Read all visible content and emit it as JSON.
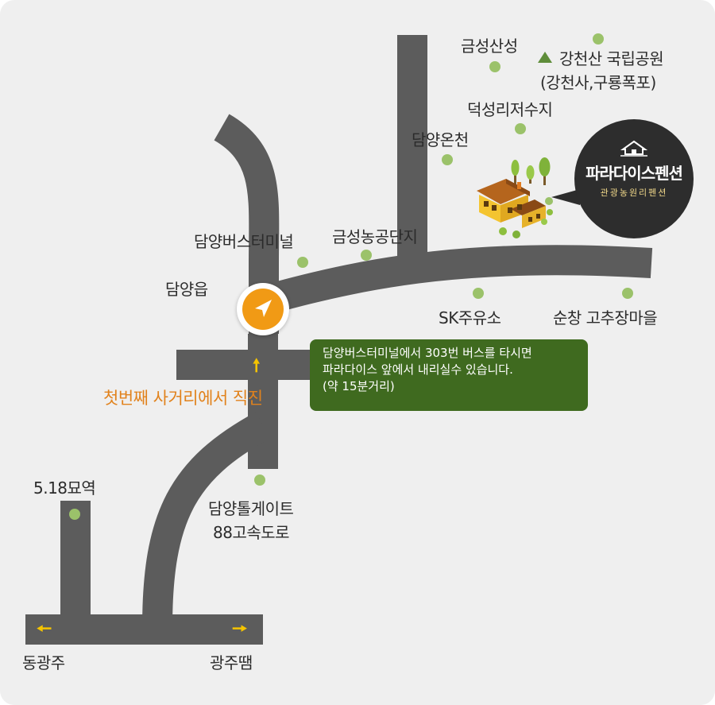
{
  "places": {
    "geumseong_sanseong": "금성산성",
    "gangcheonsan_line1": "강천산 국립공원",
    "gangcheonsan_line2": "(강천사,구룡폭포)",
    "deokseong_reservoir": "덕성리저수지",
    "damyang_hot_spring": "담양온천",
    "geumseong_industrial": "금성농공단지",
    "damyang_bus_terminal": "담양버스터미널",
    "damyang_eup": "담양읍",
    "sk_gas_station": "SK주유소",
    "sunchang_village": "순창 고추장마을",
    "memorial_station": "5.18묘역",
    "tollgate_line1": "담양톨게이트",
    "tollgate_line2": "88고속도로",
    "east_gwangju": "동광주",
    "gwangju_dam": "광주땜"
  },
  "directions": {
    "instruction": "첫번째 사거리에서 직진",
    "bus_info": {
      "line1": "담양버스터미널에서 303번 버스를 타시면",
      "line2": "파라다이스 앞에서 내리실수 있습니다.",
      "line3": "(약 15분거리)"
    }
  },
  "pension": {
    "name": "파라다이스펜션",
    "subtitle": "관광농원리펜션"
  },
  "icons": {
    "attraction": "green-triangle-icon",
    "poi": "green-dot-icon",
    "arrows": "yellow-arrow-icon",
    "current_position": "navigation-arrow-icon"
  },
  "colors": {
    "road": "#5c5c5c",
    "background": "#efefef",
    "accent_orange": "#f19a15",
    "instruction_text": "#e1821c",
    "info_box": "#3f6a1f",
    "poi_dot": "#9bc26a",
    "arrow_yellow": "#f5c400",
    "badge": "#2d2d2d"
  }
}
